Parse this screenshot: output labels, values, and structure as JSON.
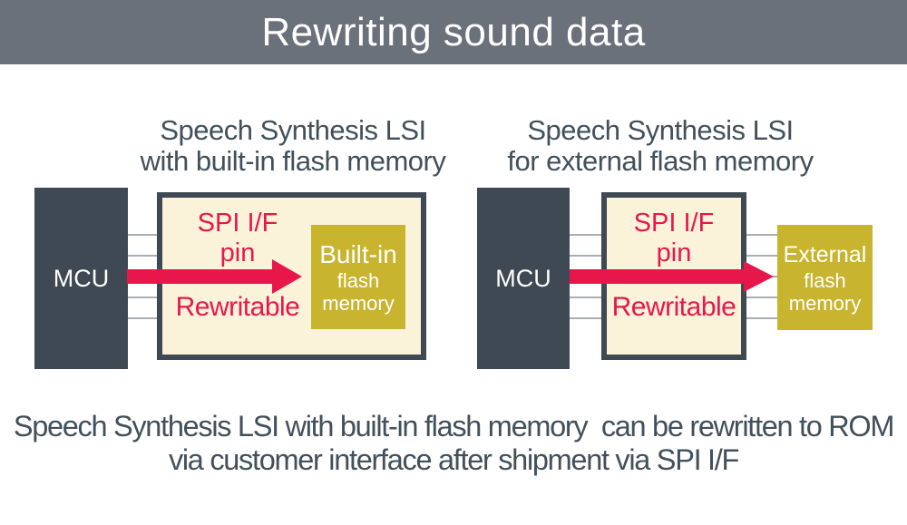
{
  "banner": {
    "title": "Rewriting sound data"
  },
  "colors": {
    "banner-bg": "#6b717a",
    "slate": "#3e4953",
    "cream": "#faf3da",
    "yellow": "#c8b42e",
    "red": "#e8174b",
    "line": "#a9aeb4",
    "text": "#42505b",
    "white": "#ffffff"
  },
  "left": {
    "title_line1": "Speech Synthesis LSI",
    "title_line2": "with built-in flash memory",
    "mcu_label": "MCU",
    "spi_line1": "SPI I/F",
    "spi_line2": "pin",
    "rewritable_label": "Rewritable",
    "flash_line1": "Built-in",
    "flash_line2": "flash",
    "flash_line3": "memory"
  },
  "right": {
    "title_line1": "Speech Synthesis LSI",
    "title_line2": "for external flash memory",
    "mcu_label": "MCU",
    "spi_line1": "SPI I/F",
    "spi_line2": "pin",
    "rewritable_label": "Rewritable",
    "flash_line1": "External",
    "flash_line2": "flash",
    "flash_line3": "memory"
  },
  "caption": {
    "line1": "Speech Synthesis LSI with built-in flash memory  can be rewritten to ROM",
    "line2": "via customer interface after shipment via SPI I/F"
  }
}
